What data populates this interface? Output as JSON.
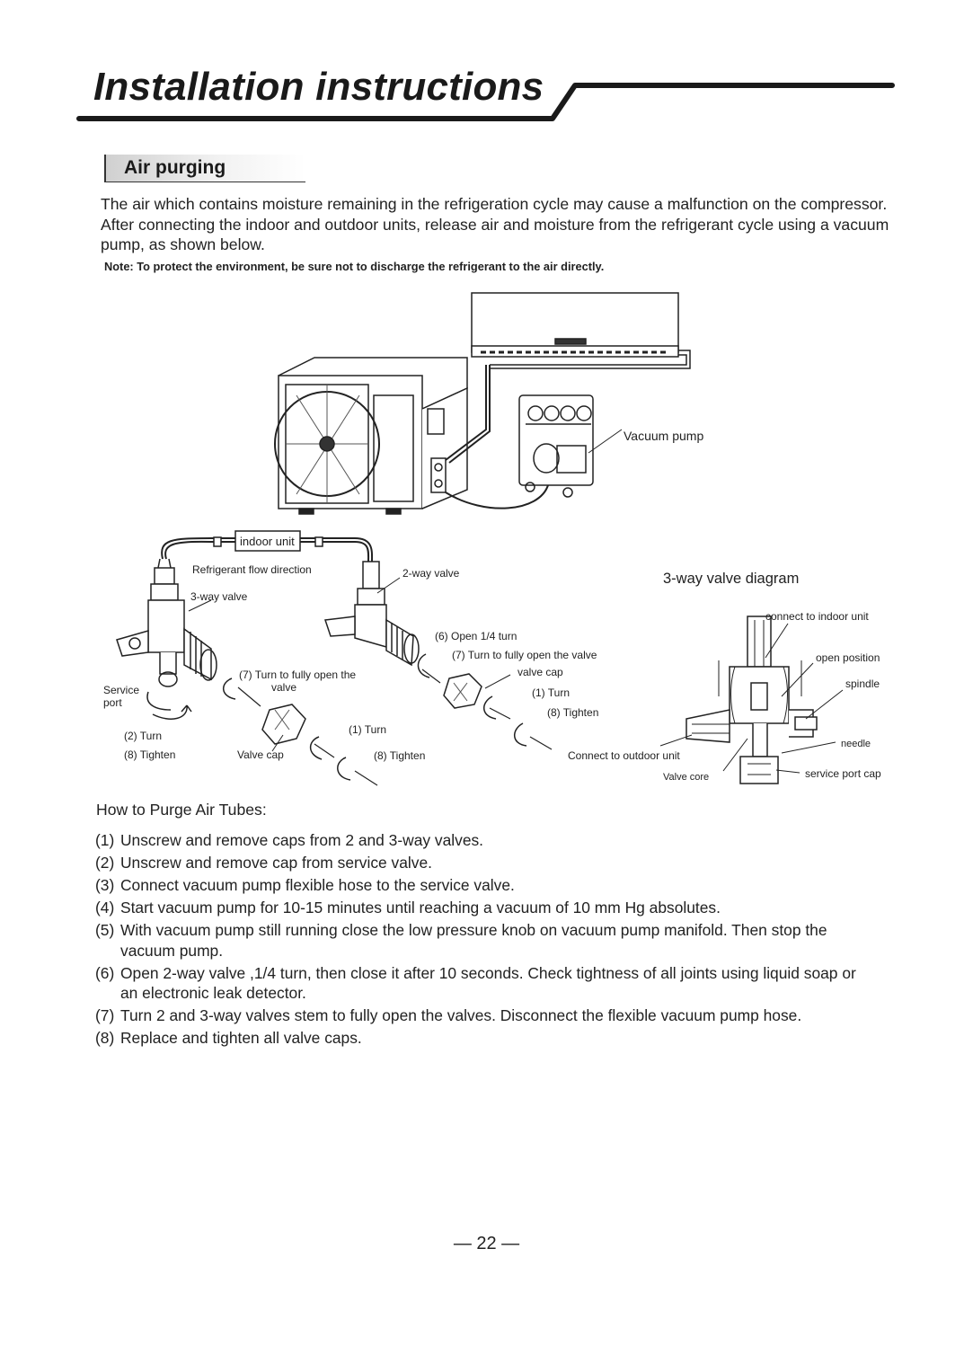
{
  "page": {
    "title": "Installation instructions",
    "section_heading": "Air purging",
    "intro": "The air which contains moisture remaining in the refrigeration cycle may cause a malfunction on the compressor. After connecting the indoor and outdoor units, release air and moisture from the refrigerant cycle using a vacuum pump, as shown below.",
    "note": "Note: To protect the environment, be sure not to discharge the refrigerant to the air directly.",
    "page_number": "22"
  },
  "diagram": {
    "vacuum_pump": "Vacuum pump",
    "indoor_unit": "indoor unit",
    "flow_direction": "Refrigerant flow direction",
    "two_way_valve": "2-way valve",
    "three_way_valve": "3-way valve",
    "service_port_line1": "Service",
    "service_port_line2": "port",
    "turn_2": "(2) Turn",
    "tighten_8_left": "(8) Tighten",
    "turn_fully_7_left_line1": "(7) Turn to fully open the",
    "turn_fully_7_left_line2": "valve",
    "valve_cap_left": "Valve cap",
    "turn_1_left": "(1) Turn",
    "tighten_8_mid": "(8) Tighten",
    "open_quarter_6": "(6) Open 1/4 turn",
    "turn_fully_7_right": "(7) Turn to fully open the valve",
    "valve_cap_right": "valve cap",
    "turn_1_right": "(1) Turn",
    "tighten_8_right": "(8) Tighten",
    "connect_outdoor": "Connect to outdoor unit"
  },
  "valve_diagram": {
    "title": "3-way valve diagram",
    "connect_indoor": "connect to indoor unit",
    "open_position": "open position",
    "spindle": "spindle",
    "needle": "needle",
    "service_port_cap": "service port cap",
    "valve_core": "Valve core"
  },
  "howto": {
    "heading": "How to Purge Air Tubes:",
    "steps": [
      {
        "num": "(1)",
        "text": "Unscrew and remove caps from 2 and 3-way valves."
      },
      {
        "num": "(2)",
        "text": "Unscrew and remove cap from service valve."
      },
      {
        "num": "(3)",
        "text": "Connect vacuum pump flexible hose to the service valve."
      },
      {
        "num": "(4)",
        "text": "Start vacuum pump for 10-15 minutes until reaching a vacuum of 10 mm Hg absolutes."
      },
      {
        "num": "(5)",
        "text": "With vacuum pump still running close the low pressure knob on vacuum pump manifold. Then stop the vacuum pump."
      },
      {
        "num": "(6)",
        "text": "Open 2-way valve ,1/4 turn, then close it after 10 seconds. Check tightness of all joints using liquid soap or an electronic leak detector."
      },
      {
        "num": "(7)",
        "text": "Turn 2 and 3-way valves stem to fully open the valves. Disconnect the flexible vacuum pump hose."
      },
      {
        "num": "(8)",
        "text": "Replace and tighten all valve caps."
      }
    ]
  }
}
